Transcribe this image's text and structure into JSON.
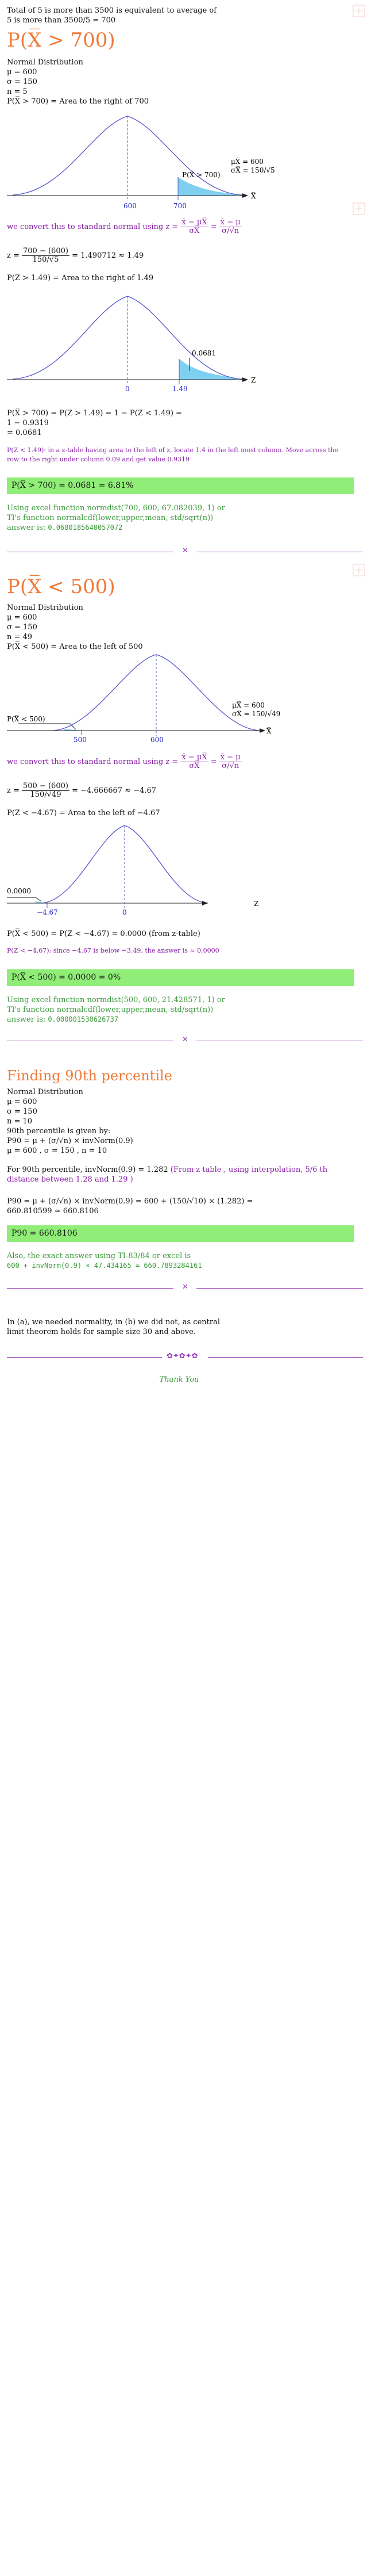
{
  "intro": {
    "line1": "Total of 5 is more than 3500 is equivalent to average of",
    "line2": "5 is more than 3500/5 = 700"
  },
  "sectionA": {
    "title": "P(X̅ > 700)",
    "dist": "Normal Distribution",
    "mu": "μ = 600",
    "sigma": "σ = 150",
    "n": "n = 5",
    "area": "P(X̅ > 700) = Area to the right of 700",
    "graph1": {
      "mu_label": "μX̅ = 600",
      "sigma_label": "σX̅ = 150/√5",
      "region_label": "P(X̅ > 700)",
      "tick_mean": "600",
      "tick_value": "700",
      "axis": "X̅"
    },
    "convert_a": "we convert this to standard normal using z =",
    "convert_num": "x̄ − μX̅",
    "convert_den": "σX̅",
    "convert_b": "=",
    "convert_num2": "x̄ − μ",
    "convert_den2": "σ/√n",
    "z_prefix": "z =",
    "z_num": "700 − (600)",
    "z_den": "150/√5",
    "z_result": "= 1.490712 ≈ 1.49",
    "pz": "P(Z > 1.49) = Area to the right of 1.49",
    "graph2": {
      "value_label": "0.0681",
      "tick_mean": "0",
      "tick_value": "1.49",
      "axis": "Z"
    },
    "calc1": "P(X̅ > 700) = P(Z > 1.49) = 1 − P(Z < 1.49) =",
    "calc2": "1 − 0.9319",
    "calc3": "= 0.0681",
    "note": "P(Z < 1.49): in a z-table having area to the left of z, locate 1.4 in the left most column. Move across the row to the right under column 0.09 and get value 0.9319",
    "answer": "P(X̅ > 700) = 0.0681 = 6.81%",
    "excel1": "Using excel function normdist(700, 600, 67.082039, 1) or",
    "excel2": "TI's function normalcdf(lower,upper,mean, std/sqrt(n))",
    "excel3": "answer is:",
    "excel_val": "0.0680185640057072"
  },
  "sectionB": {
    "title": "P(X̅ < 500)",
    "dist": "Normal Distribution",
    "mu": "μ = 600",
    "sigma": "σ = 150",
    "n": "n = 49",
    "area": "P(X̅ < 500) = Area to the left of 500",
    "graph1": {
      "mu_label": "μX̅ = 600",
      "sigma_label": "σX̅ = 150/√49",
      "region_label": "P(X̅ < 500)",
      "tick_value": "500",
      "tick_mean": "600",
      "axis": "X̅"
    },
    "convert_a": "we convert this to standard normal using z =",
    "convert_num": "x̄ − μX̅",
    "convert_den": "σX̅",
    "convert_b": "=",
    "convert_num2": "x̄ − μ",
    "convert_den2": "σ/√n",
    "z_prefix": "z =",
    "z_num": "500 − (600)",
    "z_den": "150/√49",
    "z_result": "= −4.666667 ≈ −4.67",
    "pz": "P(Z < −4.67) = Area to the left of −4.67",
    "graph2": {
      "value_label": "0.0000",
      "tick_value": "−4.67",
      "tick_mean": "0",
      "axis": "Z"
    },
    "calc1": "P(X̅ < 500) = P(Z < −4.67) = 0.0000 (from z-table)",
    "note": "P(Z < −4.67): since −4.67 is below −3.49, the answer is ≈ 0.0000",
    "answer": "P(X̅ < 500) = 0.0000 = 0%",
    "excel1": "Using excel function normdist(500, 600, 21.428571, 1) or",
    "excel2": "TI's function normalcdf(lower,upper,mean, std/sqrt(n))",
    "excel3": "answer is:",
    "excel_val": "0.000001530626737"
  },
  "sectionC": {
    "title": "Finding 90th percentile",
    "dist": "Normal Distribution",
    "mu": "μ = 600",
    "sigma": "σ = 150",
    "n": "n = 10",
    "given": "90th percentile is given by:",
    "formula": "P90 = μ + (σ/√n) × invNorm(0.9)",
    "params": "μ = 600 , σ = 150 , n = 10",
    "step1_a": "For 90th percentile, invNorm(0.9) = 1.282",
    "step1_b": "(From z table , using interpolation, 5/6 th distance between 1.28 and 1.29 )",
    "step2": "P90 = μ + (σ/√n) × invNorm(0.9) = 600 + (150/√10) × (1.282) =",
    "step3": "660.810599 ≈ 660.8106",
    "answer": "P90 = 660.8106",
    "also1": "Also, the exact answer using TI-83/84 or excel is",
    "also2": "600 + invNorm(0.9) × 47.434165 = 660.7893284161"
  },
  "conclusion": {
    "line1": "In (a), we needed normality, in (b) we did not, as central",
    "line2": "limit theorem holds for sample size 30 and above."
  },
  "thanks": "Thank You",
  "colors": {
    "orange": "#f07a38",
    "purple": "#8a1fa8",
    "green": "#3a9a3a",
    "answer_bg": "#90ee78",
    "curve": "#5555cc",
    "shade": "#7fd0f0"
  }
}
